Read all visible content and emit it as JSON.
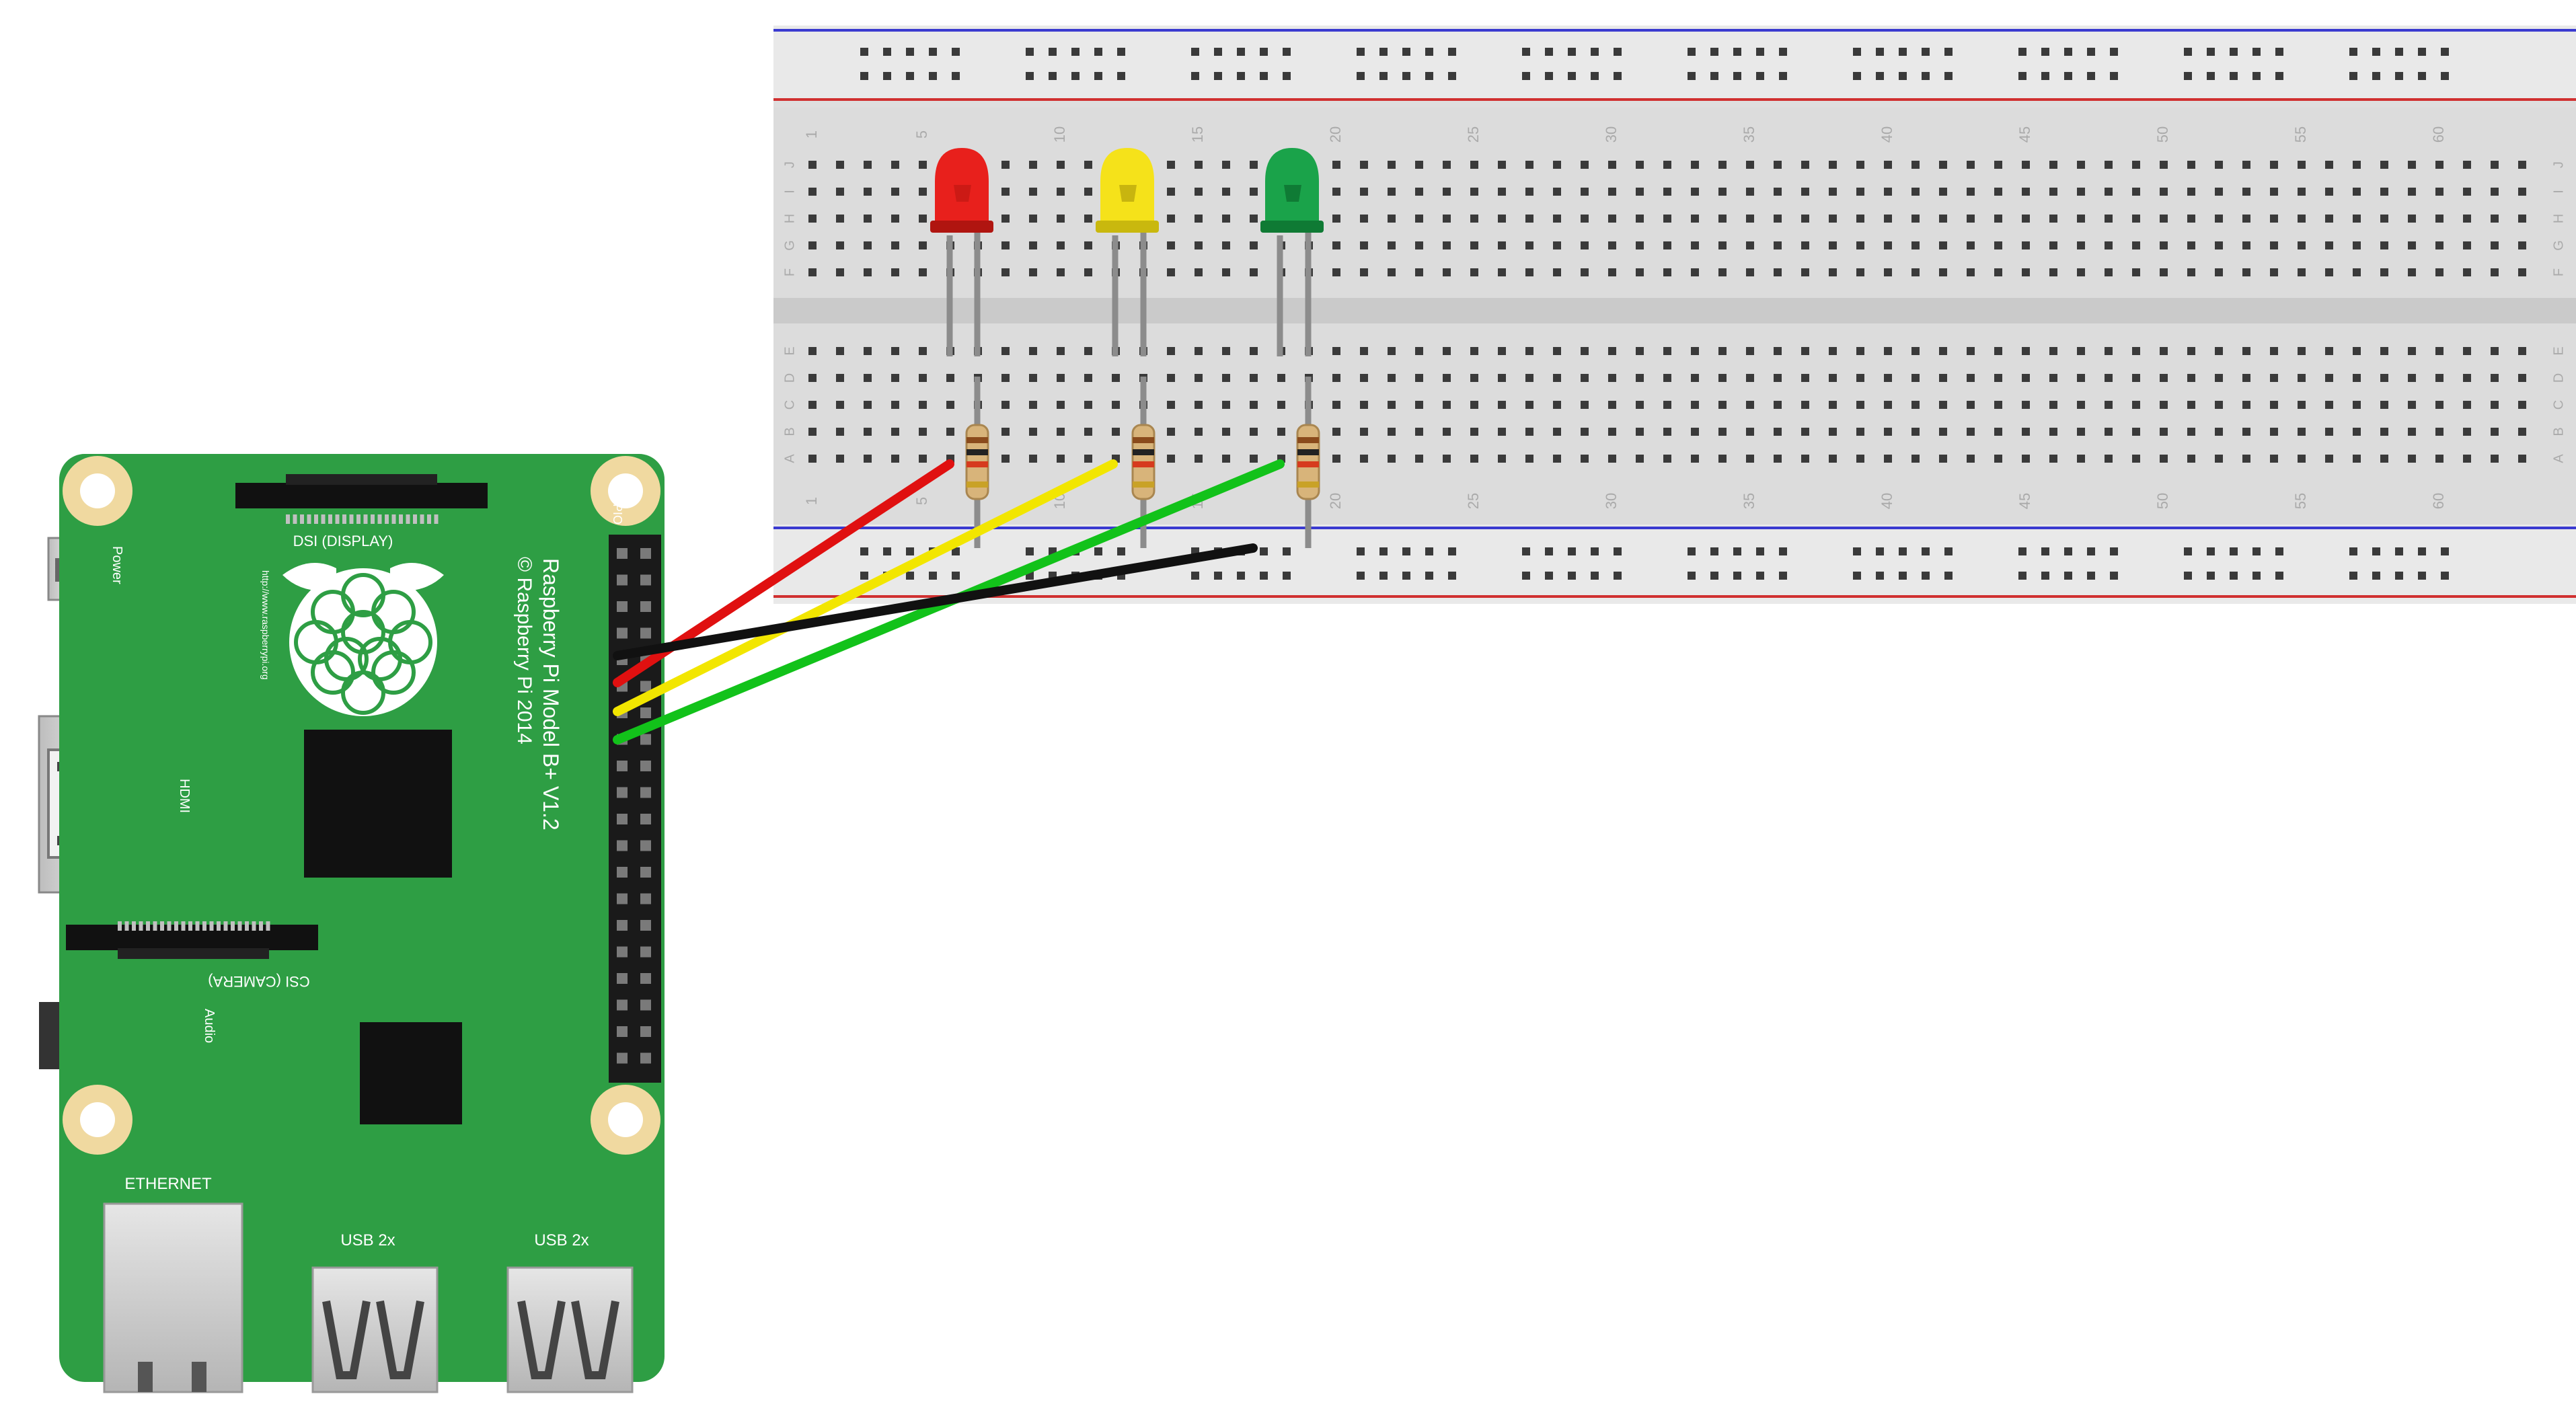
{
  "breadboard": {
    "column_numbers": [
      "1",
      "5",
      "10",
      "15",
      "20",
      "25",
      "30",
      "35",
      "40",
      "45",
      "50",
      "55",
      "60"
    ],
    "row_letters_top": [
      "J",
      "I",
      "H",
      "G",
      "F"
    ],
    "row_letters_bottom": [
      "E",
      "D",
      "C",
      "B",
      "A"
    ]
  },
  "raspberry_pi": {
    "model_line": "Raspberry Pi Model B+ V1.2",
    "copyright_line": "© Raspberry Pi 2014",
    "url": "http://www.raspberrypi.org",
    "power_label": "Power",
    "dsi_label": "DSI (DISPLAY)",
    "hdmi_label": "HDMI",
    "csi_label": "CSI (CAMERA)",
    "audio_label": "Audio",
    "ethernet_label": "ETHERNET",
    "usb_label_1": "USB 2x",
    "usb_label_2": "USB 2x",
    "gpio_label": "GPIO"
  },
  "leds": [
    {
      "color_name": "red",
      "fill": "#e8201c",
      "dark": "#b01510"
    },
    {
      "color_name": "yellow",
      "fill": "#f5e21a",
      "dark": "#c9b80e"
    },
    {
      "color_name": "green",
      "fill": "#1aa34a",
      "dark": "#0f7a34"
    }
  ],
  "wires": [
    {
      "color_name": "red",
      "color": "#e01010"
    },
    {
      "color_name": "yellow",
      "color": "#f2e600"
    },
    {
      "color_name": "green",
      "color": "#12c21a"
    },
    {
      "color_name": "black",
      "color": "#111111"
    }
  ],
  "colors": {
    "pcb": "#2e9e44",
    "breadboard": "#dcdcdc",
    "rail_blue": "#3a3ad0",
    "rail_red": "#d03030"
  }
}
